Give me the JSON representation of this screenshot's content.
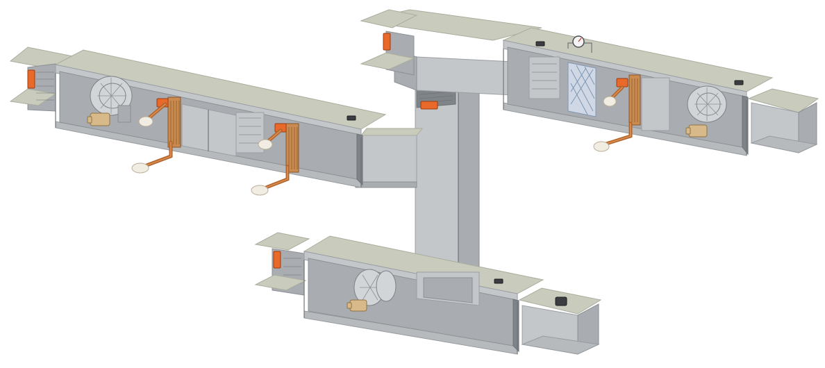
{
  "figure": {
    "kind": "ahu-duct-cutaway-illustration",
    "background_color": "#ffffff",
    "colors": {
      "duct_lid": "#c9ccbd",
      "sheet_metal": "#a9adb1",
      "copper_coil": "#b4743e",
      "actuator_orange": "#e8692a",
      "pipe_insulation": "#f2ede3",
      "motor": "#d7b98a"
    }
  },
  "units": [
    {
      "name": "left-air-handling-unit",
      "components": [
        "damper-with-actuator",
        "plenum-fan-with-motor",
        "heating-coil-with-valve-actuator",
        "filter-section",
        "cooling-coil-with-valve-actuator",
        "discharge-section"
      ]
    },
    {
      "name": "right-air-handling-unit",
      "components": [
        "damper-with-actuator",
        "pressure-gauge",
        "filter-bank",
        "coil-with-valve-actuator",
        "plenum-fan-with-motor",
        "discharge-duct"
      ]
    },
    {
      "name": "bottom-air-handling-unit",
      "components": [
        "damper-with-actuator",
        "plenum-fan-with-motor",
        "mixing-section",
        "duct-sensor",
        "outlet-duct"
      ]
    }
  ],
  "ducts": [
    {
      "name": "vertical-riser",
      "components": [
        "riser-damper-with-actuator"
      ]
    },
    {
      "name": "left-connecting-branch"
    },
    {
      "name": "top-connecting-branch"
    }
  ]
}
